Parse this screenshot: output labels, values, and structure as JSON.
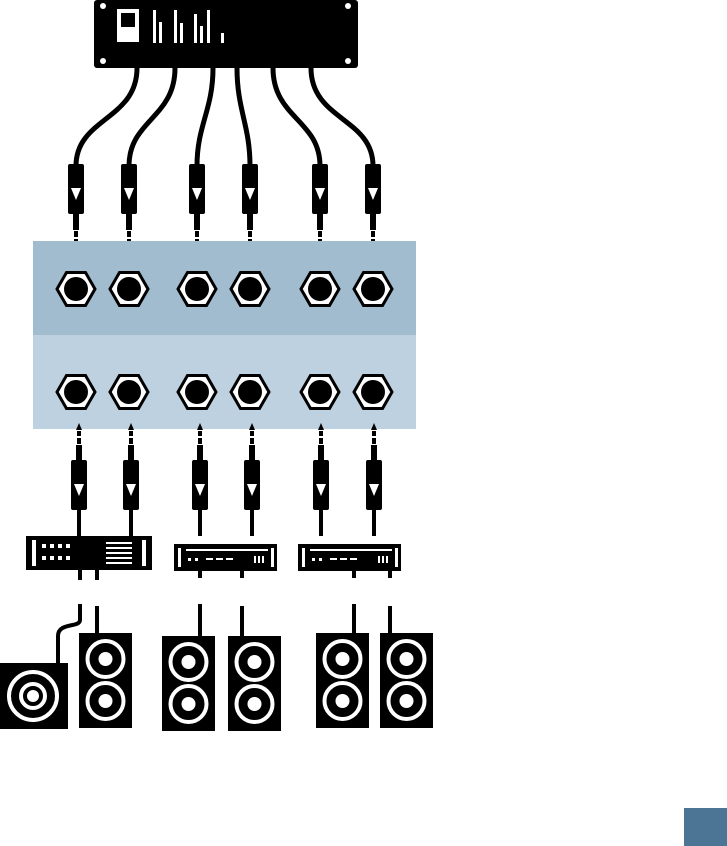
{
  "colors": {
    "ink": "#000000",
    "paper": "#ffffff",
    "patchbay_upper": "#a2bccf",
    "patchbay_lower": "#bed1e1",
    "page_tab": "#4c7494"
  },
  "devices": {
    "source": {
      "icon": "rack-processor-icon",
      "outputs": 6
    },
    "patchbay": {
      "icon": "patchbay-icon",
      "rows": 2,
      "jacks_per_row": 6
    },
    "amplifiers": [
      {
        "icon": "rack-amplifier-icon",
        "channels": 2
      },
      {
        "icon": "rack-amplifier-icon",
        "channels": 2
      },
      {
        "icon": "rack-amplifier-icon",
        "channels": 2
      }
    ],
    "speakers": [
      {
        "icon": "subwoofer-icon"
      },
      {
        "icon": "speaker-cabinet-icon"
      },
      {
        "icon": "speaker-cabinet-icon"
      },
      {
        "icon": "speaker-cabinet-icon"
      },
      {
        "icon": "speaker-cabinet-icon"
      },
      {
        "icon": "speaker-cabinet-icon"
      }
    ]
  },
  "connections": {
    "cable_icon": "trs-plug-icon",
    "source_to_patchbay": 6,
    "patchbay_to_amplifiers": 6,
    "amplifiers_to_speakers": 6
  }
}
